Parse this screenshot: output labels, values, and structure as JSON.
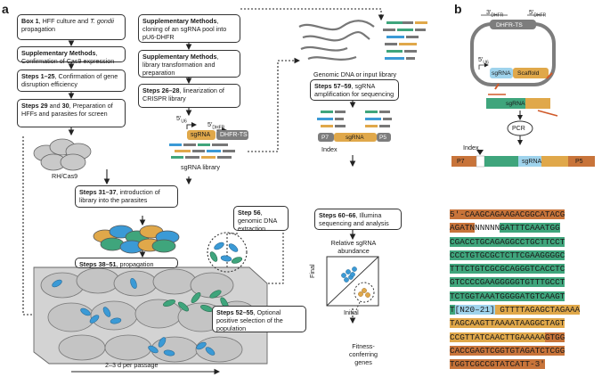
{
  "panels": {
    "a": "a",
    "b": "b"
  },
  "col1": [
    {
      "bold": "Box 1",
      "text": ", HFF culture and ",
      "italic": "T. gondii",
      "rest": " propagation"
    },
    {
      "bold": "Supplementary Methods",
      "text": ", Confirmation of Cas9 expression"
    },
    {
      "bold": "Steps 1–25",
      "text": ", Confirmation of gene disruption efficiency"
    },
    {
      "bold": "Steps 29",
      "text": " and ",
      "bold2": "30",
      "rest": ", Preparation of HFFs and parasites for screen"
    }
  ],
  "col2": [
    {
      "bold": "Supplementary Methods",
      "text": ", cloning of an sgRNA pool into pU6-DHFR"
    },
    {
      "bold": "Supplementary Methods",
      "text": ", library transformation and preparation"
    },
    {
      "bold": "Steps 26–28",
      "text": ", linearization of CRISPR library"
    }
  ],
  "labels": {
    "rh_cas9": "RH/Cas9",
    "sgrna_library": "sgRNA library",
    "sgrna": "sgRNA",
    "dhfr_ts": "DHFR-TS",
    "five_u6": "5′",
    "u6_sub": "U6",
    "five_dhfr": "5′",
    "dhfr_sub": "DHFR",
    "passage": "2–3 d per passage",
    "genomic_dna": "Genomic DNA or input library",
    "index": "Index",
    "p7": "P7",
    "p5": "P5",
    "relative_abundance": "Relative sgRNA abundance",
    "final": "Final",
    "initial": "Initial",
    "fitness_genes": "Fitness-conferring genes"
  },
  "mid_steps": {
    "s31": {
      "bold": "Steps 31–37",
      "text": ", introduction of library into the parasites"
    },
    "s38": {
      "bold": "Steps 38–51",
      "text": ", propagation"
    },
    "s52": {
      "bold": "Steps 52–55",
      "text": ", Optional positive selection of the population"
    },
    "s56": {
      "bold": "Step 56",
      "text": ", genomic DNA extraction"
    }
  },
  "right_steps": {
    "s57": {
      "bold": "Steps 57–59",
      "text": ", sgRNA amplification for sequencing"
    },
    "s60": {
      "bold": "Steps 60–66",
      "text": ", Illumina sequencing and analysis"
    }
  },
  "panel_b": {
    "three_dhfr": "3′",
    "five_dhfr": "5′",
    "dhfr_sub": "DHFR",
    "dhfr_ts": "DHFR-TS",
    "five_u6": "5′",
    "u6_sub": "U6",
    "sgrna": "sgRNA",
    "scaffold": "Scaffold",
    "pcr": "PCR",
    "index": "Index",
    "p7": "P7",
    "p5": "P5"
  },
  "sequence_lines": [
    [
      {
        "t": "5′-CAAGCAGAAGACGGCATACG",
        "c": "#c8743a"
      }
    ],
    [
      {
        "t": "AGATN",
        "c": "#c8743a"
      },
      {
        "t": "NNNNN",
        "c": "#ffffff"
      },
      {
        "t": "GATTTCAAATGG",
        "c": "#3fa57c"
      }
    ],
    [
      {
        "t": "CGACCTGCAGAGGCCTGCTTCCT",
        "c": "#3fa57c"
      }
    ],
    [
      {
        "t": "CCCTGTGCGCTCTTCGAAGGGGC",
        "c": "#3fa57c"
      }
    ],
    [
      {
        "t": "TTTCTGTCGCGCAGGGTCACCTC",
        "c": "#3fa57c"
      }
    ],
    [
      {
        "t": "GTCCCCGAAGGGGGTGTTTGCCT",
        "c": "#3fa57c"
      }
    ],
    [
      {
        "t": "TCTGGTAAATGGGGATGTCAAGT",
        "c": "#3fa57c"
      }
    ],
    [
      {
        "t": "T",
        "c": "#3fa57c"
      },
      {
        "t": "[N20–21]",
        "c": "#9fd3ec"
      },
      {
        "t": " GTTTTAGAGCTAGAAA",
        "c": "#e0a84a"
      }
    ],
    [
      {
        "t": "TAGCAAGTTAAAATAAGGCTAGT",
        "c": "#e0a84a"
      }
    ],
    [
      {
        "t": "CCGTTATCAACTTGAAAAA",
        "c": "#e0a84a"
      },
      {
        "t": "GTGG",
        "c": "#c8743a"
      }
    ],
    [
      {
        "t": "CACCGAGTCGGTGTAGATCTCGG",
        "c": "#c8743a"
      }
    ],
    [
      {
        "t": "TGGTCGCCGTATCATT-3′",
        "c": "#c8743a"
      }
    ]
  ]
}
